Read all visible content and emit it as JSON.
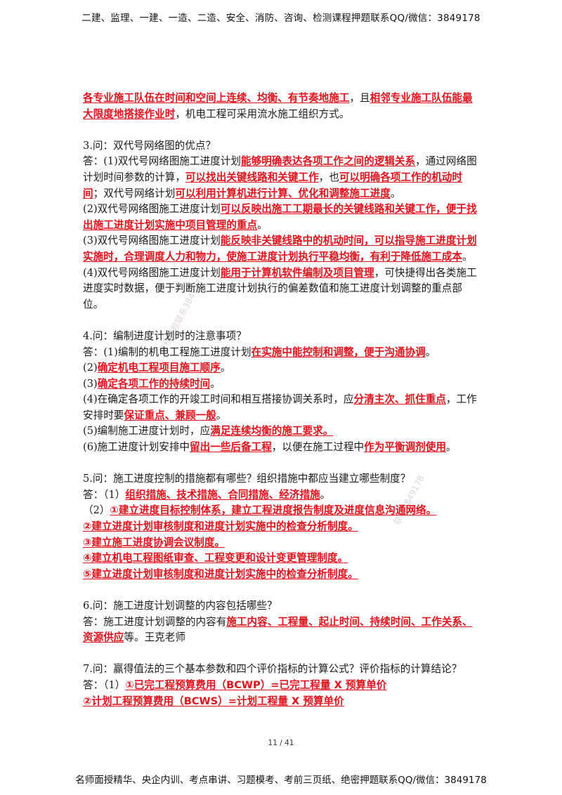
{
  "header": "二建、监理、一建、一造、二造、安全、消防、咨询、检测课程押题联系QQ/微信：3849178",
  "footer": "名师面授精华、央企内训、考点串讲、习题模考、考前三页纸、绝密押题联系QQ/微信：3849178",
  "page_number": "11 / 41",
  "watermarks": [
    "课程押题联系3849178",
    "联系3849178"
  ],
  "colors": {
    "emphasis": "#e4101a",
    "text": "#1a1a1a"
  },
  "paragraphs": [
    {
      "runs": [
        {
          "t": "各专业施工队伍在时间和空间上连续、均衡、有节奏地施工",
          "em": true
        },
        {
          "t": "，且"
        },
        {
          "t": "相邻专业施工队伍能最大限度地搭接作业时",
          "em": true
        },
        {
          "t": "，机电工程可采用流水施工组织方式。"
        }
      ]
    },
    {
      "gap": true
    },
    {
      "runs": [
        {
          "t": "3.问：双代号网络图的优点？"
        }
      ]
    },
    {
      "runs": [
        {
          "t": "答：(1)双代号网络图施工进度计划"
        },
        {
          "t": "能够明确表达各项工作之间的逻辑关系",
          "em": true
        },
        {
          "t": "，通过网络图计划时间参数的计算，"
        },
        {
          "t": "可以找出关键线路和关键工作",
          "em": true
        },
        {
          "t": "，也"
        },
        {
          "t": "可以明确各项工作的机动时间",
          "em": true
        },
        {
          "t": "；双代号网络计划"
        },
        {
          "t": "可以利用计算机进行计算、优化和调整施工进度",
          "em": true
        },
        {
          "t": "。"
        }
      ]
    },
    {
      "runs": [
        {
          "t": "(2)双代号网络图施工进度计划"
        },
        {
          "t": "可以反映出施工工期最长的关键线路和关键工作，便于找出施工进度计划实施中项目管理的重点",
          "em": true
        },
        {
          "t": "。"
        }
      ]
    },
    {
      "runs": [
        {
          "t": "(3)双代号网络图施工进度计划"
        },
        {
          "t": "能反映非关键线路中的机动时间，可以指导施工进度计划实施时，合理调度人力和物力，使施工进度计划执行平稳均衡，有利于降低施工成本",
          "em": true
        },
        {
          "t": "。"
        }
      ]
    },
    {
      "runs": [
        {
          "t": "(4)双代号网络图施工进度计划"
        },
        {
          "t": "能用于计算机软件编制及项目管理",
          "em": true
        },
        {
          "t": "，可快捷得出各类施工进度实时数据，便于判断施工进度计划执行的偏差数值和施工进度计划调整的重点部位。"
        }
      ]
    },
    {
      "gap": true
    },
    {
      "runs": [
        {
          "t": "4.问：编制进度计划时的注意事项？"
        }
      ]
    },
    {
      "runs": [
        {
          "t": "答：(1)编制的机电工程施工进度计划"
        },
        {
          "t": "在实施中能控制和调整，便于沟通协调",
          "em": true
        },
        {
          "t": "。"
        }
      ]
    },
    {
      "runs": [
        {
          "t": "(2)"
        },
        {
          "t": "确定机电工程项目施工顺序",
          "em": true
        },
        {
          "t": "。"
        }
      ]
    },
    {
      "runs": [
        {
          "t": "(3)"
        },
        {
          "t": "确定各项工作的持续时间",
          "em": true
        },
        {
          "t": "。"
        }
      ]
    },
    {
      "runs": [
        {
          "t": "(4)在确定各项工作的开竣工时间和相互搭接协调关系时，应"
        },
        {
          "t": "分清主次、抓住重点",
          "em": true
        },
        {
          "t": "，工作安排时要"
        },
        {
          "t": "保证重点、兼顾一般",
          "em": true
        },
        {
          "t": "。"
        }
      ]
    },
    {
      "runs": [
        {
          "t": "(5)编制施工进度计划时，应"
        },
        {
          "t": "满足连续均衡的施工要求。",
          "em": true
        }
      ]
    },
    {
      "runs": [
        {
          "t": "(6)施工进度计划安排中"
        },
        {
          "t": "留出一些后备工程",
          "em": true
        },
        {
          "t": "，以便在施工过程中"
        },
        {
          "t": "作为平衡调剂使用",
          "em": true
        },
        {
          "t": "。"
        }
      ]
    },
    {
      "gap": true
    },
    {
      "runs": [
        {
          "t": "5.问：施工进度控制的措施都有哪些？组织措施中都应当建立哪些制度？"
        }
      ]
    },
    {
      "runs": [
        {
          "t": "答：（1）"
        },
        {
          "t": "组织措施、技术措施、合同措施、经济措施",
          "em": true
        },
        {
          "t": "。"
        }
      ]
    },
    {
      "runs": [
        {
          "t": "（2）"
        },
        {
          "t": "①建立进度目标控制体系，建立工程进度报告制度及进度信息沟通网络。",
          "em": true
        }
      ]
    },
    {
      "runs": [
        {
          "t": "②建立进度计划审核制度和进度计划实施中的检查分析制度。",
          "em": true
        }
      ]
    },
    {
      "runs": [
        {
          "t": "③建立施工进度协调会议制度。",
          "em": true
        }
      ]
    },
    {
      "runs": [
        {
          "t": "④建立机电工程图纸审查、工程变更和设计变更管理制度。",
          "em": true
        }
      ]
    },
    {
      "runs": [
        {
          "t": "⑤建立进度计划审核制度和进度计划实施中的检查分析制度。",
          "em": true
        }
      ]
    },
    {
      "gap": true
    },
    {
      "runs": [
        {
          "t": "6.问：施工进度计划调整的内容包括哪些？"
        }
      ]
    },
    {
      "runs": [
        {
          "t": "答：施工进度计划调整的内容有"
        },
        {
          "t": "施工内容、工程量、起止时间、持续时间、工作关系、资源供应",
          "em": true
        },
        {
          "t": "等。王克老师"
        }
      ]
    },
    {
      "gap": true
    },
    {
      "runs": [
        {
          "t": "7.问：赢得值法的三个基本参数和四个评价指标的计算公式？评价指标的计算结论？"
        }
      ]
    },
    {
      "runs": [
        {
          "t": "答：（1）"
        },
        {
          "t": "①已完工程预算费用（BCWP）=已完工程量 X 预算单价",
          "em": true
        }
      ]
    },
    {
      "runs": [
        {
          "t": "②计划工程预算费用（BCWS）=计划工程量 X 预算单价",
          "em": true
        }
      ]
    }
  ]
}
